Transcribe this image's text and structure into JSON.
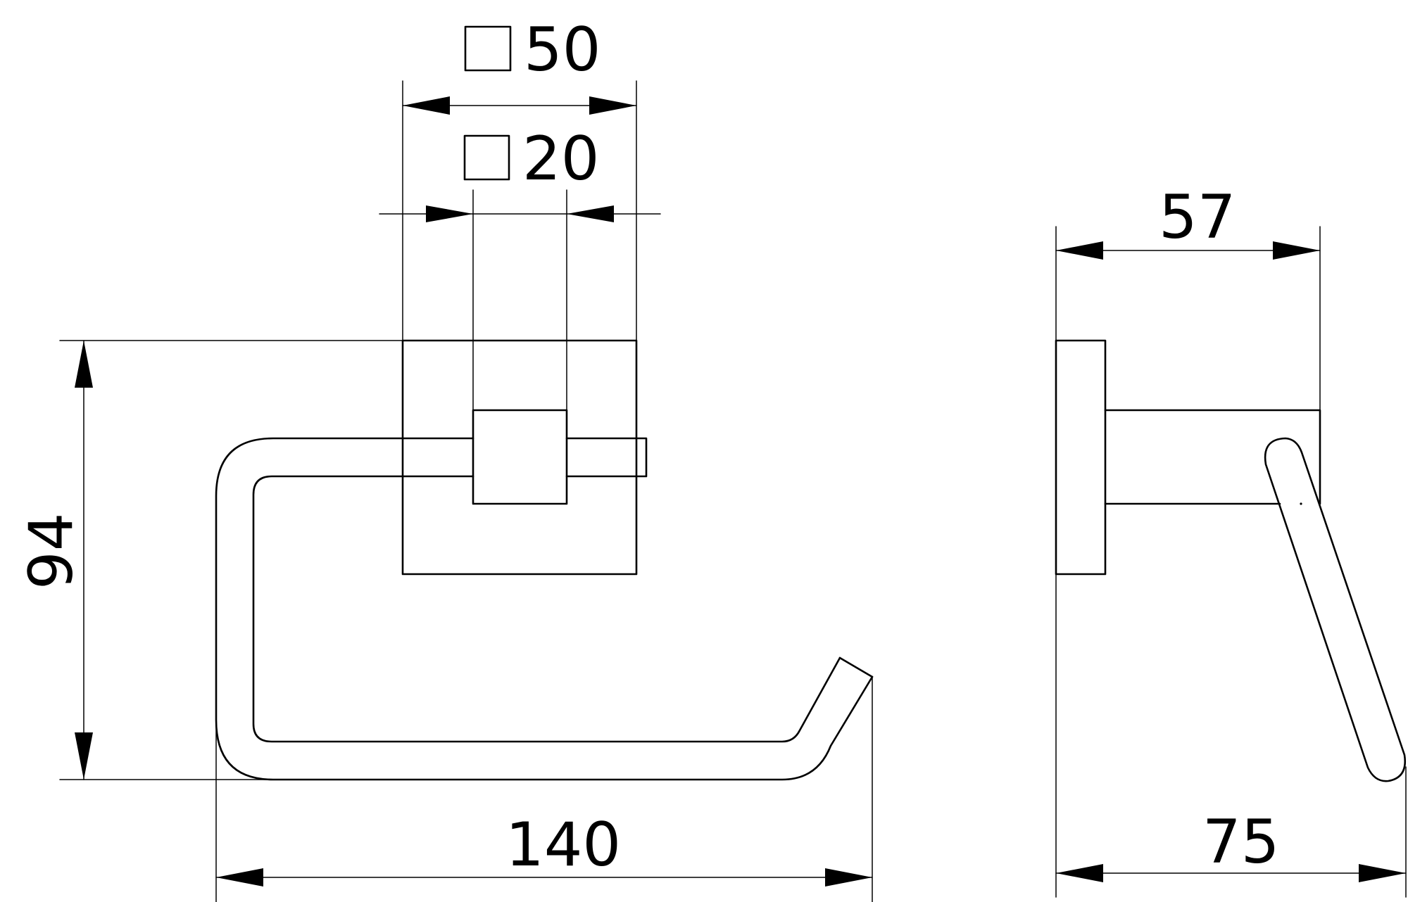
{
  "dimensions": {
    "square_50": {
      "symbol": "□",
      "value": "50"
    },
    "square_20": {
      "symbol": "□",
      "value": "20"
    },
    "height_94": "94",
    "width_140": "140",
    "depth_57": "57",
    "depth_75": "75"
  },
  "colors": {
    "line": "#000000",
    "background": "#ffffff"
  }
}
